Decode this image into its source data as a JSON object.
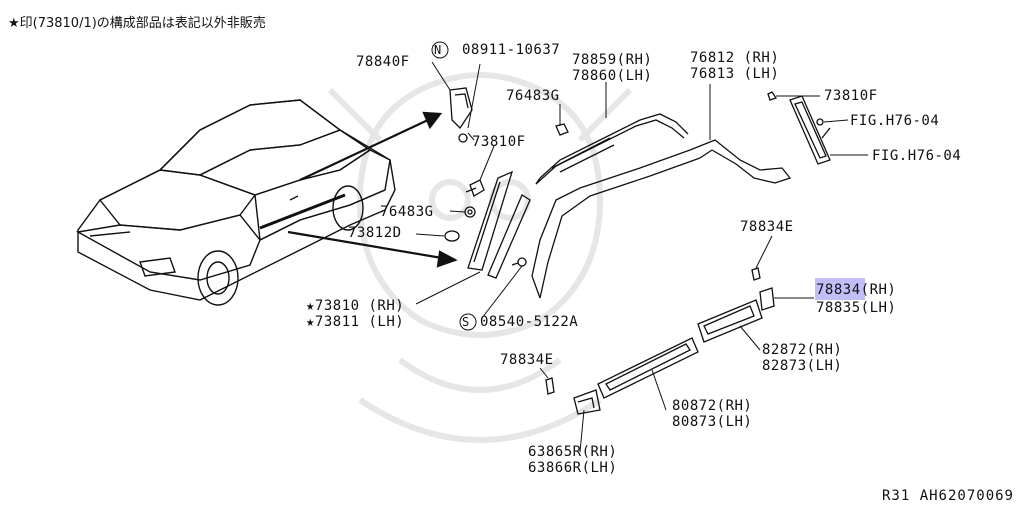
{
  "note": "★印(73810/1)の構成部品は表記以外非販売",
  "diagram_code": "R31  AH62070069",
  "labels": {
    "p78840F": "78840F",
    "n08911": "08911-10637",
    "n_symbol": "N",
    "p73810F_a": "73810F",
    "p76483G_a": "76483G",
    "p78859": "78859(RH)",
    "p78860": "78860(LH)",
    "p76812": "76812 (RH)",
    "p76813": "76813 (LH)",
    "p73810F_b": "73810F",
    "figA": "FIG.H76-04",
    "figB": "FIG.H76-04",
    "p76483G_b": "76483G",
    "p73812D": "73812D",
    "p73810": "★73810 (RH)",
    "p73811": "★73811 (LH)",
    "s08540": "08540-5122A",
    "s_symbol": "S",
    "p78834E_a": "78834E",
    "p78834": "78834(RH)",
    "p78835": "78835(LH)",
    "p82872": "82872(RH)",
    "p82873": "82873(LH)",
    "p78834E_b": "78834E",
    "p80872": "80872(RH)",
    "p80873": "80873(LH)",
    "p63865": "63865R(RH)",
    "p63866": "63866R(LH)"
  },
  "highlight_color": "#8f8bf2"
}
